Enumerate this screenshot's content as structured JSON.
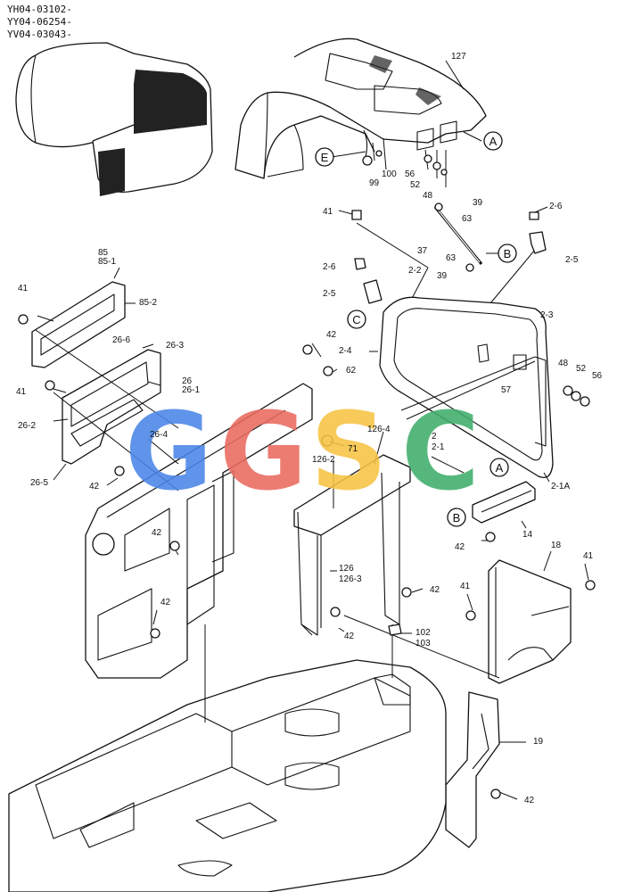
{
  "header": {
    "codes": [
      "YH04-03102-",
      "YY04-06254-",
      "YV04-03043-"
    ]
  },
  "watermark": {
    "letters": [
      "G",
      "G",
      "S",
      "C"
    ],
    "colors": [
      "#4a86e8",
      "#ea6a5f",
      "#f6c343",
      "#3fae6a"
    ]
  },
  "callouts": {
    "A": "A",
    "B": "B",
    "C": "C",
    "E": "E"
  },
  "parts": {
    "p127": "127",
    "p100": "100",
    "p99": "99",
    "p56a": "56",
    "p52a": "52",
    "p48a": "48",
    "p39a": "39",
    "p63a": "63",
    "p41a": "41",
    "p2_6a": "2-6",
    "p2_5a": "2-5",
    "p37": "37",
    "p63b": "63",
    "p39b": "39",
    "p2_6b": "2-6",
    "p2_2": "2-2",
    "p2_5b": "2-5",
    "p2_3": "2-3",
    "p85": "85",
    "p85_1": "85-1",
    "p85_2": "85-2",
    "p41b": "41",
    "p26_6": "26-6",
    "p26_3": "26-3",
    "p26": "26",
    "p26_1": "26-1",
    "p41c": "41",
    "p26_2": "26-2",
    "p26_4": "26-4",
    "p26_5": "26-5",
    "p42a": "42",
    "p42b": "42",
    "p62": "62",
    "p2_4": "2-4",
    "p48b": "48",
    "p52b": "52",
    "p56b": "56",
    "p57": "57",
    "p71": "71",
    "p126_4": "126-4",
    "p126_2": "126-2",
    "p2": "2",
    "p2_1": "2-1",
    "p2_1A": "2-1A",
    "p14": "14",
    "p42c": "42",
    "p42d": "42",
    "p126": "126",
    "p126_3": "126-3",
    "p42e": "42",
    "p42f": "42",
    "p18": "18",
    "p41d": "41",
    "p41e": "41",
    "p102": "102",
    "p103": "103",
    "p42g": "42",
    "p19": "19",
    "p42h": "42"
  }
}
